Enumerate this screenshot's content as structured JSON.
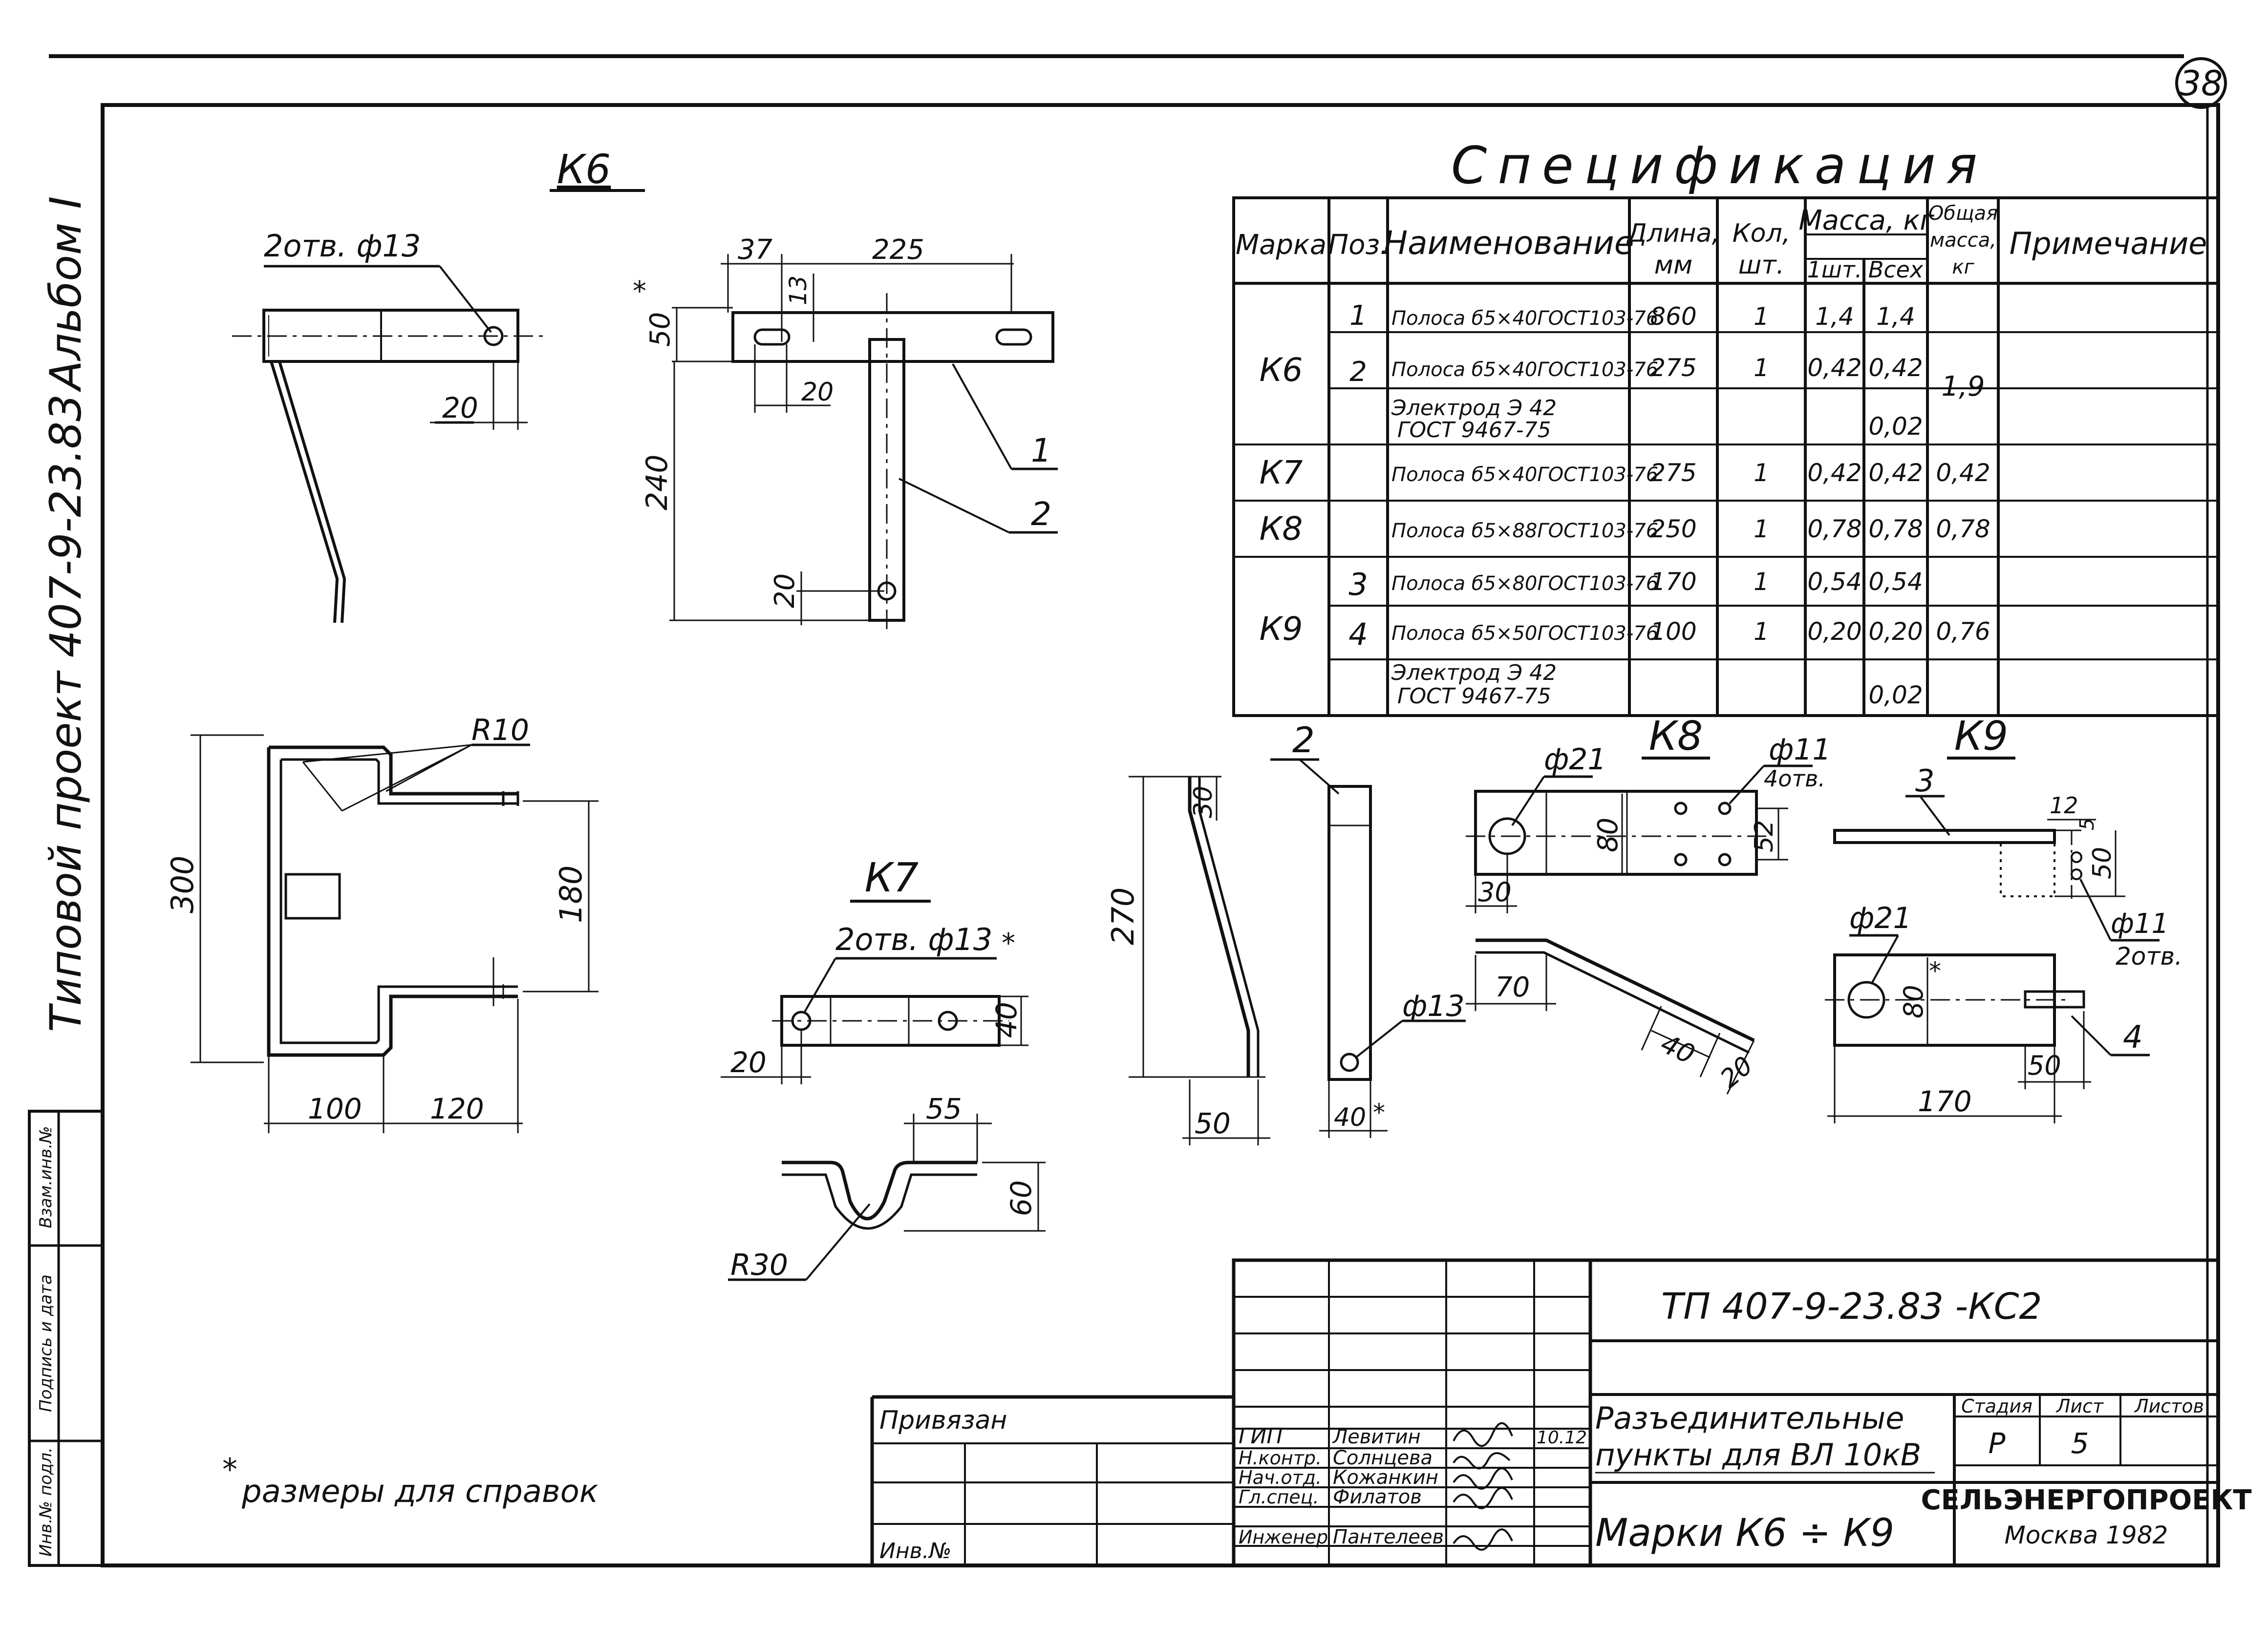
{
  "sheet": {
    "sheet_badge": "38",
    "side_album": "Альбом I",
    "side_project": "Типовой проект 407-9-23.83",
    "side_stamp": [
      "Инв.№ подл.",
      "Подпись и дата",
      "Взам.инв.№"
    ],
    "footnote": "размеры для справок",
    "footnote_star": "*"
  },
  "spec": {
    "title": "Спецификация",
    "headers": {
      "mark": "Марка",
      "pos": "Поз.",
      "name": "Наименование",
      "length": [
        "Длина,",
        "мм"
      ],
      "qty": [
        "Кол,",
        "шт."
      ],
      "mass": "Масса, кг",
      "mass_unit": "1шт.",
      "mass_total": "Всех",
      "total": [
        "Общая",
        "масса,",
        "кг"
      ],
      "note": "Примечание"
    },
    "rows": [
      {
        "mark": "",
        "pos": "1",
        "name": [
          "Полоса б5×40ГОСТ103-76"
        ],
        "length": "860",
        "qty": "1",
        "m1": "1,4",
        "mall": "1,4",
        "total": ""
      },
      {
        "mark": "К6",
        "pos": "2",
        "name": [
          "Полоса б5×40ГОСТ103-76"
        ],
        "length": "275",
        "qty": "1",
        "m1": "0,42",
        "mall": "0,42",
        "total": "1,9"
      },
      {
        "mark": "",
        "pos": "",
        "name": [
          "Электрод Э 42",
          "ГОСТ 9467-75"
        ],
        "length": "",
        "qty": "",
        "m1": "",
        "mall": "0,02",
        "total": ""
      },
      {
        "mark": "К7",
        "pos": "",
        "name": [
          "Полоса б5×40ГОСТ103-76"
        ],
        "length": "275",
        "qty": "1",
        "m1": "0,42",
        "mall": "0,42",
        "total": "0,42"
      },
      {
        "mark": "К8",
        "pos": "",
        "name": [
          "Полоса б5×88ГОСТ103-76"
        ],
        "length": "250",
        "qty": "1",
        "m1": "0,78",
        "mall": "0,78",
        "total": "0,78"
      },
      {
        "mark": "",
        "pos": "3",
        "name": [
          "Полоса б5×80ГОСТ103-76"
        ],
        "length": "170",
        "qty": "1",
        "m1": "0,54",
        "mall": "0,54",
        "total": ""
      },
      {
        "mark": "К9",
        "pos": "4",
        "name": [
          "Полоса б5×50ГОСТ103-76"
        ],
        "length": "100",
        "qty": "1",
        "m1": "0,20",
        "mall": "0,20",
        "total": "0,76"
      },
      {
        "mark": "",
        "pos": "",
        "name": [
          "Электрод Э 42",
          "ГОСТ 9467-75"
        ],
        "length": "",
        "qty": "",
        "m1": "",
        "mall": "0,02",
        "total": ""
      }
    ]
  },
  "views": {
    "k6": {
      "title": "К6",
      "holes": "2отв. ф13",
      "d20a": "20",
      "d37": "37",
      "d225": "225",
      "d50": "50",
      "d13": "13",
      "d20b": "20",
      "d240": "240",
      "d20c": "20",
      "p1": "1",
      "p2": "2",
      "r10": "R10",
      "d300": "300",
      "d180": "180",
      "d100": "100",
      "d120": "120",
      "star": "*"
    },
    "k7": {
      "title": "К7",
      "holes": "2отв. ф13",
      "d40": "40",
      "star": "*",
      "d20": "20",
      "d55": "55",
      "d60": "60",
      "r30": "R30"
    },
    "side2": {
      "p2": "2",
      "d30": "30",
      "d270": "270",
      "d50": "50",
      "d13": "ф13",
      "d40": "40",
      "star": "*"
    },
    "k8": {
      "title": "К8",
      "d21": "ф21",
      "d11": "ф11",
      "holes4": "4отв.",
      "d80": "80",
      "d52": "52",
      "d30": "30",
      "d70": "70",
      "d40": "40",
      "d20": "20"
    },
    "k9": {
      "title": "К9",
      "p3": "3",
      "d12": "12",
      "d5": "5",
      "d50a": "50",
      "d11": "ф11",
      "holes2": "2отв.",
      "d21": "ф21",
      "d80": "80",
      "star": "*",
      "p4": "4",
      "d50": "50",
      "d170": "170"
    }
  },
  "title_block": {
    "code": "ТП 407-9-23.83 -КС2",
    "bound": "Привязан",
    "inv": "Инв.№",
    "roles": [
      {
        "role": "ГИП",
        "name": "Левитин",
        "date": "10.12"
      },
      {
        "role": "Н.контр.",
        "name": "Солнцева",
        "date": ""
      },
      {
        "role": "Нач.отд.",
        "name": "Кожанкин",
        "date": ""
      },
      {
        "role": "Гл.спец.",
        "name": "Филатов",
        "date": ""
      },
      {
        "role": "Инженер",
        "name": "Пантелеев",
        "date": ""
      }
    ],
    "name_line1": "Разъединительные",
    "name_line2": "пункты для ВЛ 10кВ",
    "marks": "Марки К6 ÷ К9",
    "stage_h": "Стадия",
    "sheet_h": "Лист",
    "sheets_h": "Листов",
    "stage": "Р",
    "sheet_no": "5",
    "org": "СЕЛЬЭНЕРГОПРОЕКТ",
    "city": "Москва 1982"
  }
}
